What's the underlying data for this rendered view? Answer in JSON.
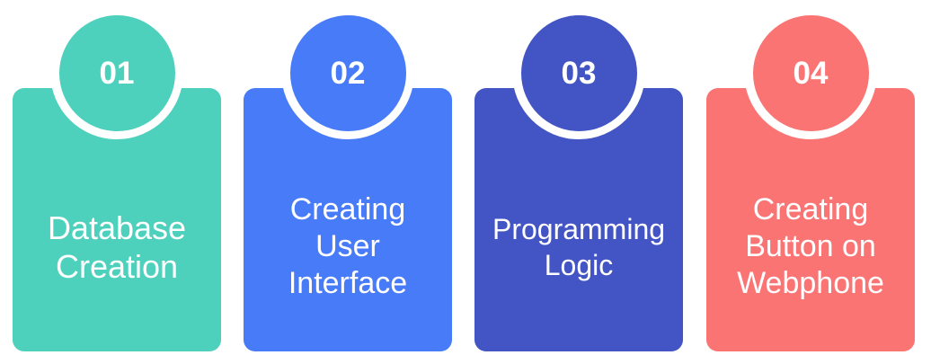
{
  "background_color": "#ffffff",
  "text_color": "#ffffff",
  "steps": [
    {
      "number": "01",
      "label": "Database\nCreation",
      "color": "#4dd0bc",
      "name": "database-creation"
    },
    {
      "number": "02",
      "label": "Creating\nUser\nInterface",
      "color": "#477bf7",
      "name": "creating-user-interface"
    },
    {
      "number": "03",
      "label": "Programming\nLogic",
      "color": "#4355c4",
      "name": "programming-logic"
    },
    {
      "number": "04",
      "label": "Creating\nButton on\nWebphone",
      "color": "#fa7474",
      "name": "creating-button-on-webphone"
    }
  ]
}
